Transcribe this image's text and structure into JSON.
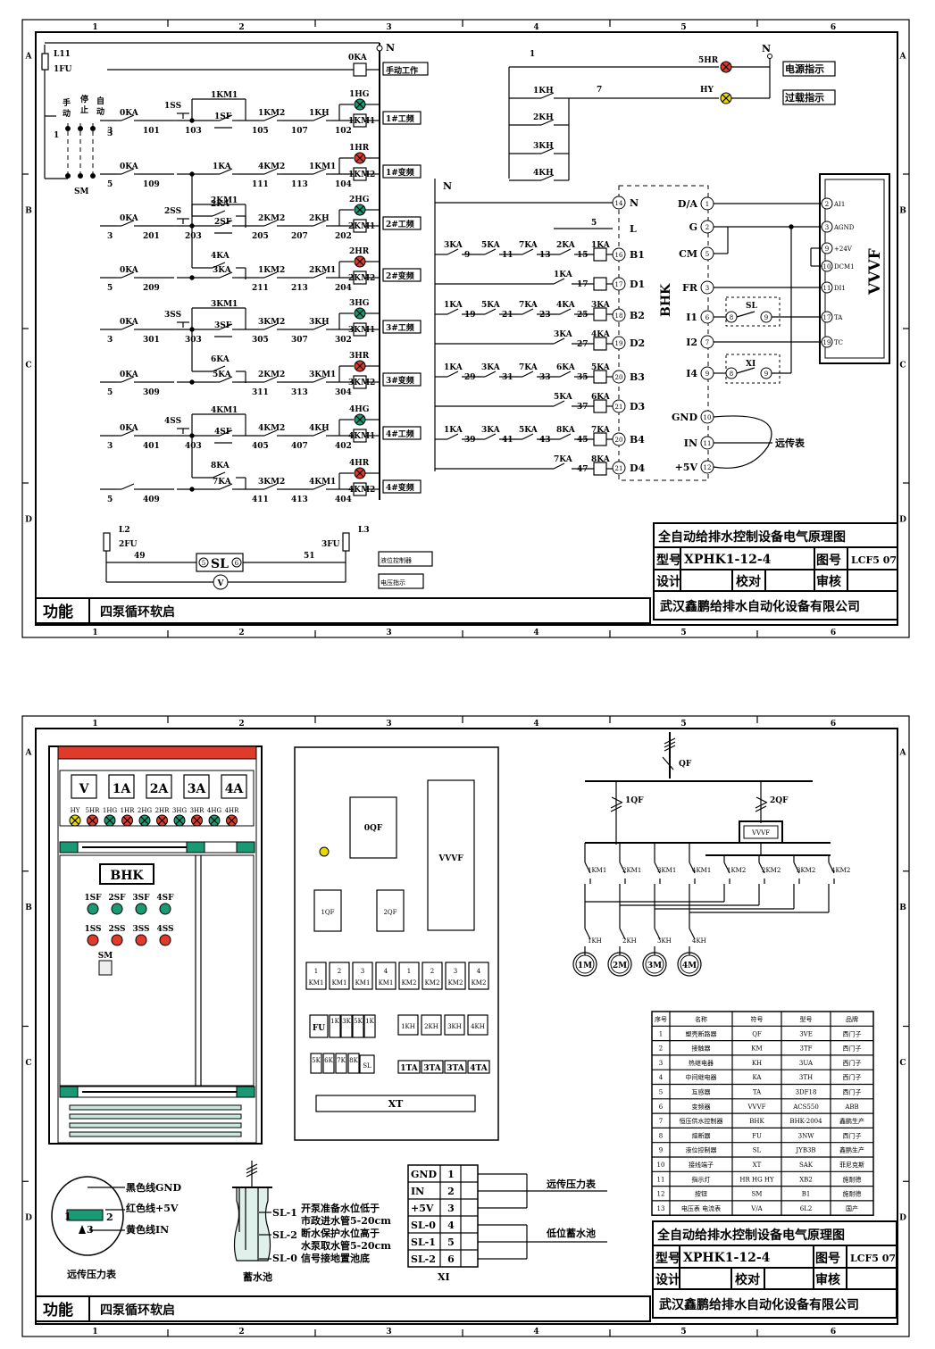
{
  "grid": {
    "cols": [
      "1",
      "2",
      "3",
      "4",
      "5",
      "6"
    ],
    "rows": [
      "A",
      "B",
      "C",
      "D"
    ]
  },
  "sheet1": {
    "fuse_top": {
      "name": "L11",
      "fu": "1FU"
    },
    "fuse_bottom_left": {
      "name": "L2",
      "fu": "2FU",
      "wire": "49"
    },
    "fuse_bottom_right": {
      "name": "L3",
      "fu": "3FU",
      "wire": "51"
    },
    "neutral": "N",
    "switch": {
      "mode_manual": "手\n动",
      "mode_stop": "停\n止",
      "mode_auto": "自\n动",
      "name": "SM",
      "left_num": "1",
      "mid_num": "3"
    },
    "rows": [
      {
        "ka": "0KA",
        "ss": "1SS",
        "sf": "1SF",
        "km_a": "1KM1",
        "km_b": "1KM2",
        "kh": "1KH",
        "n1": "101",
        "n2": "103",
        "n3": "105",
        "n4": "107",
        "n5": "102",
        "lamp": "1HG",
        "coil": "1KM1",
        "label": "1#工频",
        "num": "3"
      },
      {
        "ka": "0KA",
        "ss": "",
        "sf": "",
        "km_a": "1KA",
        "km_b": "4KM2",
        "kh": "1KM1",
        "aux": "2KA",
        "n1": "109",
        "n2": "",
        "n3": "111",
        "n4": "113",
        "n5": "104",
        "lamp": "1HR",
        "coil": "1KM2",
        "label": "1#变频",
        "num": "5"
      },
      {
        "ka": "0KA",
        "ss": "2SS",
        "sf": "2SF",
        "km_a": "2KM1",
        "km_b": "2KM2",
        "kh": "2KH",
        "n1": "201",
        "n2": "203",
        "n3": "205",
        "n4": "207",
        "n5": "202",
        "lamp": "2HG",
        "coil": "2KM1",
        "label": "2#工频",
        "num": "3",
        "aux": "4KA"
      },
      {
        "ka": "0KA",
        "ss": "",
        "sf": "",
        "km_a": "3KA",
        "km_b": "1KM2",
        "kh": "2KM1",
        "n1": "209",
        "n2": "",
        "n3": "211",
        "n4": "213",
        "n5": "204",
        "lamp": "2HR",
        "coil": "2KM2",
        "label": "2#变频",
        "num": "5"
      },
      {
        "ka": "0KA",
        "ss": "3SS",
        "sf": "3SF",
        "km_a": "3KM1",
        "km_b": "3KM2",
        "kh": "3KH",
        "n1": "301",
        "n2": "303",
        "n3": "305",
        "n4": "307",
        "n5": "302",
        "lamp": "3HG",
        "coil": "3KM1",
        "label": "3#工频",
        "num": "3",
        "aux": "6KA"
      },
      {
        "ka": "0KA",
        "ss": "",
        "sf": "",
        "km_a": "5KA",
        "km_b": "2KM2",
        "kh": "3KM1",
        "n1": "309",
        "n2": "",
        "n3": "311",
        "n4": "313",
        "n5": "304",
        "lamp": "3HR",
        "coil": "3KM2",
        "label": "3#变频",
        "num": "5"
      },
      {
        "ka": "0KA",
        "ss": "4SS",
        "sf": "4SF",
        "km_a": "4KM1",
        "km_b": "4KM2",
        "kh": "4KH",
        "n1": "401",
        "n2": "403",
        "n3": "405",
        "n4": "407",
        "n5": "402",
        "lamp": "4HG",
        "coil": "4KM1",
        "label": "4#工频",
        "num": "3",
        "aux": "8KA"
      },
      {
        "ka": "",
        "ss": "",
        "sf": "",
        "km_a": "7KA",
        "km_b": "3KM2",
        "kh": "4KM1",
        "n1": "409",
        "n2": "",
        "n3": "411",
        "n4": "413",
        "n5": "404",
        "lamp": "4HR",
        "coil": "4KM2",
        "label": "4#变频",
        "num": "5"
      }
    ],
    "top_coil": {
      "name": "0KA",
      "label": "手动工作"
    },
    "indicator": {
      "wire1": "1",
      "wire7": "7",
      "contacts": [
        "1KH",
        "2KH",
        "3KH",
        "4KH"
      ],
      "lamp1": "5HR",
      "lamp2": "HY",
      "label1": "电源指示",
      "label2": "过载指示",
      "n": "N"
    },
    "bhk": {
      "name": "BHK",
      "n": "N",
      "l_num": "5",
      "terminals_left": [
        {
          "num": "14",
          "name": "N"
        },
        {
          "num": "",
          "name": "L"
        },
        {
          "num": "16",
          "name": "B1"
        },
        {
          "num": "17",
          "name": "D1"
        },
        {
          "num": "18",
          "name": "B2"
        },
        {
          "num": "19",
          "name": "D2"
        },
        {
          "num": "20",
          "name": "B3"
        },
        {
          "num": "21",
          "name": "D3"
        },
        {
          "num": "20",
          "name": "B4"
        },
        {
          "num": "21",
          "name": "D4"
        }
      ],
      "chains": [
        {
          "contacts": [
            "3KA",
            "5KA",
            "7KA",
            "2KA"
          ],
          "nodes": [
            "9",
            "11",
            "13",
            "15"
          ],
          "coil": "1KA",
          "second": "1KA",
          "second_node": "17"
        },
        {
          "contacts": [
            "1KA",
            "5KA",
            "7KA",
            "4KA"
          ],
          "nodes": [
            "19",
            "21",
            "23",
            "25"
          ],
          "coil": "3KA",
          "second": "3KA",
          "second2": "4KA",
          "second_node": "27"
        },
        {
          "contacts": [
            "1KA",
            "3KA",
            "7KA",
            "6KA"
          ],
          "nodes": [
            "29",
            "31",
            "33",
            "35"
          ],
          "coil": "5KA",
          "second": "5KA",
          "second2": "6KA",
          "second_node": "37"
        },
        {
          "contacts": [
            "1KA",
            "3KA",
            "5KA",
            "8KA"
          ],
          "nodes": [
            "39",
            "41",
            "43",
            "45"
          ],
          "coil": "7KA",
          "second": "7KA",
          "second2": "8KA",
          "second_node": "47"
        }
      ],
      "right_terms": [
        {
          "name": "D/A",
          "num": "1"
        },
        {
          "name": "G",
          "num": "2"
        },
        {
          "name": "CM",
          "num": "5"
        },
        {
          "name": "FR",
          "num": "3"
        },
        {
          "name": "I1",
          "num": "6"
        },
        {
          "name": "I2",
          "num": "7"
        },
        {
          "name": "I4",
          "num": "9"
        },
        {
          "name": "GND",
          "num": "10"
        },
        {
          "name": "IN",
          "num": "11"
        },
        {
          "name": "+5V",
          "num": "12"
        }
      ],
      "sl": "SL",
      "xi": "XI",
      "sl_nums": [
        "8",
        "9"
      ],
      "xi_nums": [
        "8",
        "9"
      ],
      "remote": "远传表"
    },
    "vvvf": {
      "name": "VVVF",
      "terms": [
        {
          "num": "2",
          "name": "AI1"
        },
        {
          "num": "3",
          "name": "AGND"
        },
        {
          "num": "9",
          "name": "+24V"
        },
        {
          "num": "10",
          "name": "DCM1"
        },
        {
          "num": "11",
          "name": "DI1"
        },
        {
          "num": "17",
          "name": "TA"
        },
        {
          "num": "19",
          "name": "TC"
        }
      ]
    },
    "sl_meter": {
      "name": "SL",
      "left": "5",
      "right": "6",
      "volt": "V",
      "label1": "液位控制器",
      "label2": "电压指示"
    },
    "title_block": {
      "title": "全自动给排水控制设备电气原理图",
      "model_label": "型号",
      "model": "XPHK1-12-4",
      "fig_label": "图号",
      "fig": "LCF5 07",
      "design": "设计",
      "check": "校对",
      "review": "审核",
      "company": "武汉鑫鹏给排水自动化设备有限公司"
    },
    "function_label": "功能",
    "function_value": "四泵循环软启"
  },
  "sheet2": {
    "panel_meters": [
      "V",
      "1A",
      "2A",
      "3A",
      "4A"
    ],
    "panel_lamps": [
      "HY",
      "5HR",
      "1HG",
      "1HR",
      "2HG",
      "2HR",
      "3HG",
      "3HR",
      "4HG",
      "4HR"
    ],
    "lamp_colors": {
      "yellow": "#e8d900",
      "green": "#1a9a74",
      "red": "#e03a2a"
    },
    "bhk_label": "BHK",
    "sf_buttons": [
      "1SF",
      "2SF",
      "3SF",
      "4SF"
    ],
    "ss_buttons": [
      "1SS",
      "2SS",
      "3SS",
      "4SS"
    ],
    "sm_label": "SM",
    "layout": {
      "oqf": "0QF",
      "vvvf": "VVVF",
      "qf1": "1QF",
      "qf2": "2QF",
      "contactors_top": [
        "1",
        "2",
        "3",
        "4",
        "1",
        "2",
        "3",
        "4"
      ],
      "contactors_bot": [
        "KM1",
        "KM1",
        "KM1",
        "KM1",
        "KM2",
        "KM2",
        "KM2",
        "KM2"
      ],
      "fu": "FU",
      "small_k": [
        "1K",
        "3K",
        "5K",
        "1K"
      ],
      "kh": [
        "1KH",
        "2KH",
        "3KH",
        "4KH"
      ],
      "relays": [
        "5K",
        "6K",
        "7K",
        "8K"
      ],
      "sl": "SL",
      "ta": [
        "1TA",
        "3TA",
        "3TA",
        "4TA"
      ],
      "xt": "XT"
    },
    "single_line": {
      "qf": "QF",
      "qf1": "1QF",
      "qf2": "2QF",
      "vvvf": "VVVF",
      "kms": [
        "1KM1",
        "2KM1",
        "3KM1",
        "4KM1",
        "1KM2",
        "2KM2",
        "3KM2",
        "4KM2"
      ],
      "khs": [
        "1KH",
        "2KH",
        "3KH",
        "4KH"
      ],
      "motors": [
        "1M",
        "2M",
        "3M",
        "4M"
      ]
    },
    "bom_headers": [
      "序号",
      "名称",
      "符号",
      "型号",
      "品牌"
    ],
    "bom": [
      [
        "1",
        "塑壳断路器",
        "QF",
        "3VE",
        "西门子"
      ],
      [
        "2",
        "接触器",
        "KM",
        "3TF",
        "西门子"
      ],
      [
        "3",
        "热继电器",
        "KH",
        "3UA",
        "西门子"
      ],
      [
        "4",
        "中间继电器",
        "KA",
        "3TH",
        "西门子"
      ],
      [
        "5",
        "互感器",
        "TA",
        "3DF18",
        "西门子"
      ],
      [
        "6",
        "变频器",
        "VVVF",
        "ACS550",
        "ABB"
      ],
      [
        "7",
        "恒压供水控制器",
        "BHK",
        "BHK-2004",
        "鑫鹏生产"
      ],
      [
        "8",
        "熔断器",
        "FU",
        "3NW",
        "西门子"
      ],
      [
        "9",
        "液位控制器",
        "SL",
        "JYB3B",
        "鑫鹏生产"
      ],
      [
        "10",
        "接线端子",
        "XT",
        "SAK",
        "菲尼克斯"
      ],
      [
        "11",
        "指示灯",
        "HR HG HY",
        "XB2",
        "施耐德"
      ],
      [
        "12",
        "按钮",
        "SM",
        "B1",
        "施耐德"
      ],
      [
        "13",
        "电压表 电流表",
        "V/A",
        "6L2",
        "国产"
      ]
    ],
    "gauge": {
      "gnd": "黑色线GND",
      "v5": "红色线+5V",
      "in": "黄色线IN",
      "n1": "1",
      "n2": "2",
      "n3": "3",
      "caption": "远传压力表"
    },
    "tank": {
      "sl1": "SL-1",
      "sl2": "SL-2",
      "sl0": "SL-0",
      "d1": "开泵准备水位低于",
      "d1b": "市政进水管5-20cm",
      "d2": "断水保护水位高于",
      "d2b": "水泵取水管5-20cm",
      "d3": "信号接地置池底",
      "caption": "蓄水池"
    },
    "xi": {
      "rows": [
        [
          "GND",
          "1"
        ],
        [
          "IN",
          "2"
        ],
        [
          "+5V",
          "3"
        ],
        [
          "SL-0",
          "4"
        ],
        [
          "SL-1",
          "5"
        ],
        [
          "SL-2",
          "6"
        ]
      ],
      "caption": "XI",
      "label1": "远传压力表",
      "label2": "低位蓄水池"
    },
    "title_block": {
      "title": "全自动给排水控制设备电气原理图",
      "model_label": "型号",
      "model": "XPHK1-12-4",
      "fig_label": "图号",
      "fig": "LCF5 07",
      "design": "设计",
      "check": "校对",
      "review": "审核",
      "company": "武汉鑫鹏给排水自动化设备有限公司"
    },
    "function_label": "功能",
    "function_value": "四泵循环软启"
  }
}
